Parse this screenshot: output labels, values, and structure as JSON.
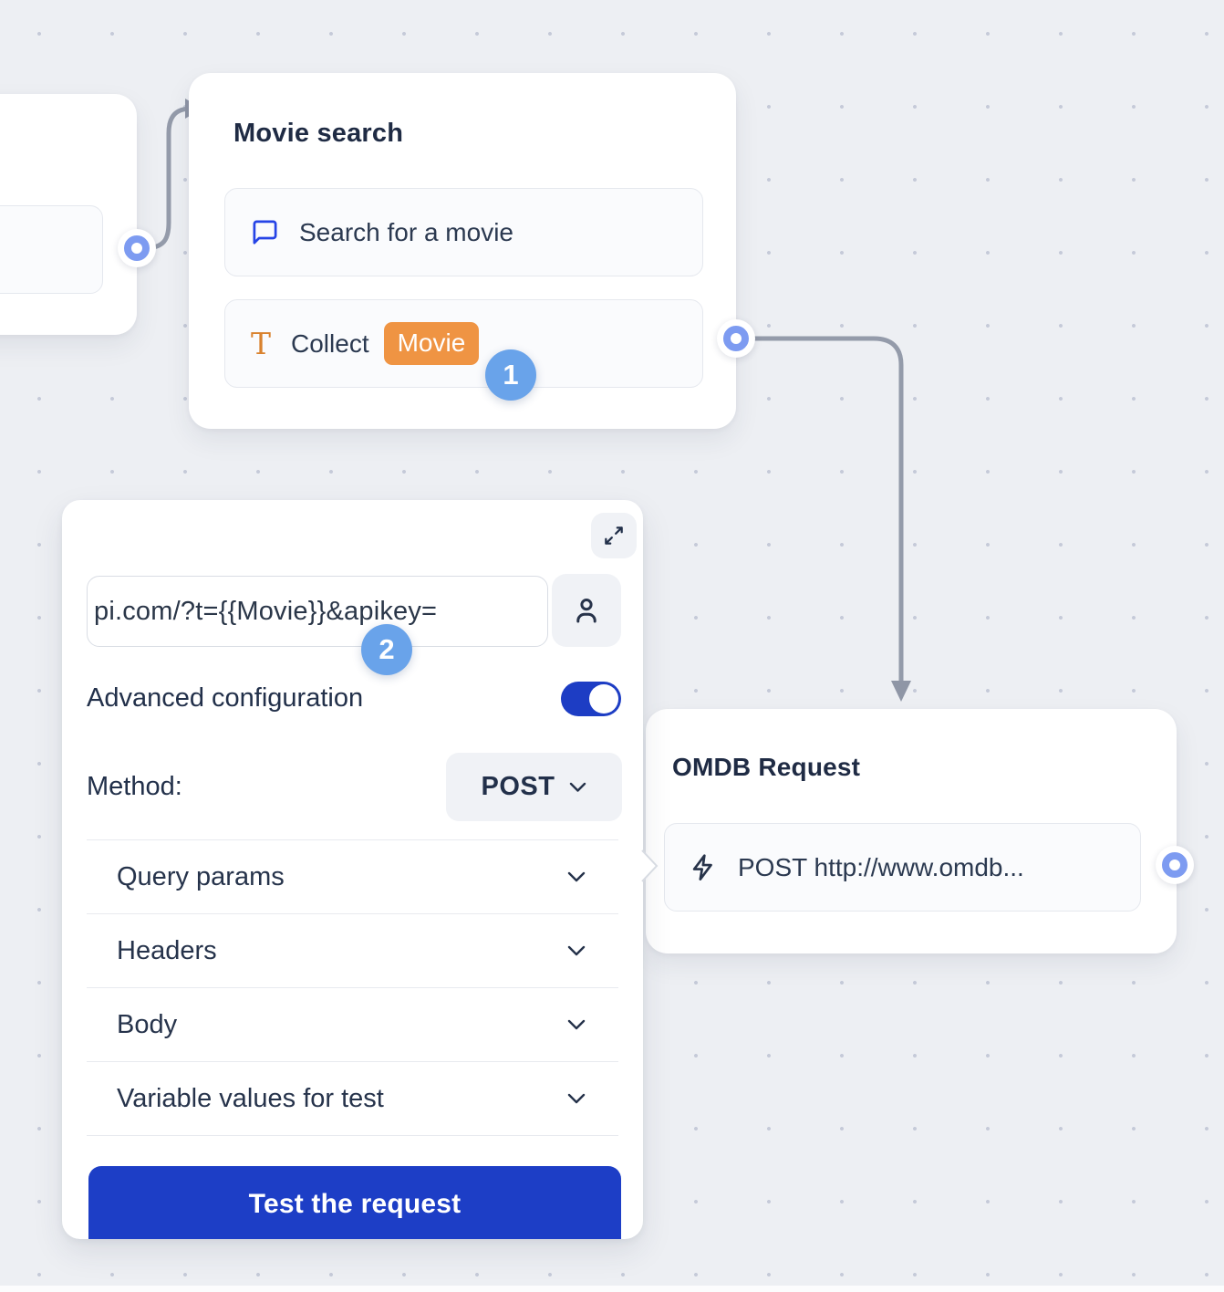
{
  "canvas": {
    "background_color": "#edeff3",
    "dot_color": "#c5cad8",
    "connector_color": "#949baa",
    "port_color": "#7d9bf1",
    "accent_blue": "#1d3ec6",
    "badge_blue": "#69a3ea",
    "tag_orange": "#ef9443"
  },
  "nodes": {
    "movie_search": {
      "title": "Movie search",
      "items": [
        {
          "icon": "chat-bubble-icon",
          "label": "Search for a movie"
        },
        {
          "icon": "text-input-icon",
          "label": "Collect",
          "variable_tag": "Movie"
        }
      ]
    },
    "omdb_request": {
      "title": "OMDB Request",
      "items": [
        {
          "icon": "lightning-icon",
          "label": "POST http://www.omdb..."
        }
      ]
    }
  },
  "config_panel": {
    "url_input": {
      "value": "pi.com/?t={{Movie}}&apikey="
    },
    "advanced_configuration_label": "Advanced configuration",
    "toggle_state": "on",
    "method_label": "Method:",
    "method_value": "POST",
    "sections": [
      {
        "label": "Query params"
      },
      {
        "label": "Headers"
      },
      {
        "label": "Body"
      },
      {
        "label": "Variable values for test"
      }
    ],
    "test_button_label": "Test the request"
  },
  "step_badges": [
    {
      "number": "1"
    },
    {
      "number": "2"
    }
  ]
}
